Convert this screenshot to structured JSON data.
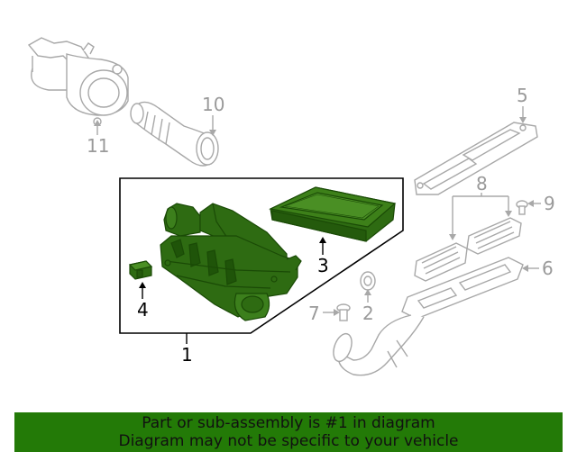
{
  "diagram": {
    "callouts": [
      {
        "id": "1",
        "label": "1",
        "highlighted": true
      },
      {
        "id": "2",
        "label": "2",
        "highlighted": false
      },
      {
        "id": "3",
        "label": "3",
        "highlighted": true
      },
      {
        "id": "4",
        "label": "4",
        "highlighted": true
      },
      {
        "id": "5",
        "label": "5",
        "highlighted": false
      },
      {
        "id": "6",
        "label": "6",
        "highlighted": false
      },
      {
        "id": "7",
        "label": "7",
        "highlighted": false
      },
      {
        "id": "8",
        "label": "8",
        "highlighted": false
      },
      {
        "id": "9",
        "label": "9",
        "highlighted": false
      },
      {
        "id": "10",
        "label": "10",
        "highlighted": false
      },
      {
        "id": "11",
        "label": "11",
        "highlighted": false
      }
    ],
    "colors": {
      "highlight_fill": "#2e6b12",
      "highlight_dark": "#1a4a06",
      "line_art": "#a8a8a8",
      "callout_text": "#9a9a9a",
      "banner_bg": "#237a07"
    }
  },
  "banner": {
    "line1": "Part or sub-assembly is #1 in diagram",
    "line2": "Diagram may not be specific to your vehicle"
  }
}
